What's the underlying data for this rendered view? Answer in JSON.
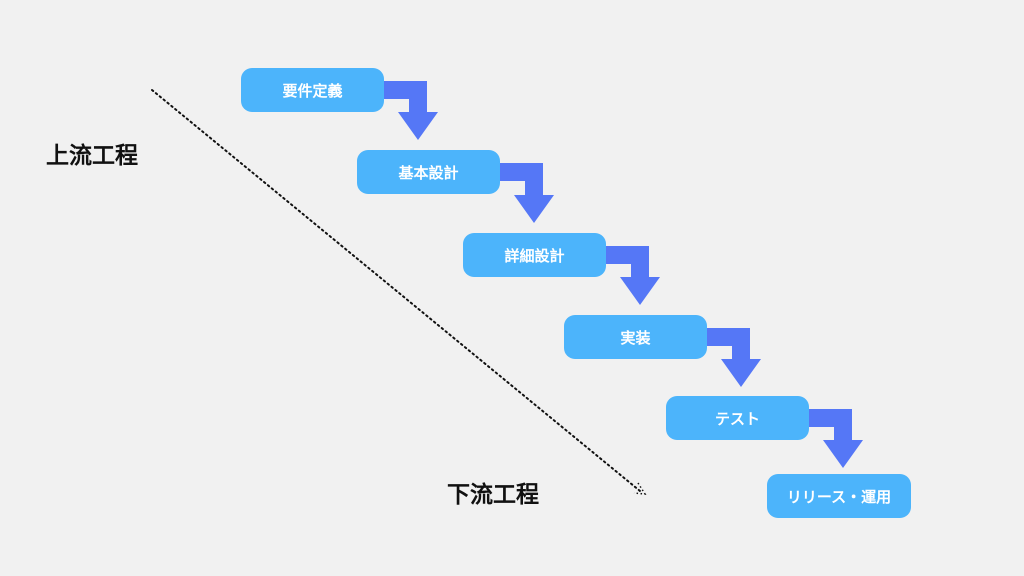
{
  "labels": {
    "upstream": "上流工程",
    "downstream": "下流工程"
  },
  "steps": [
    {
      "label": "要件定義"
    },
    {
      "label": "基本設計"
    },
    {
      "label": "詳細設計"
    },
    {
      "label": "実装"
    },
    {
      "label": "テスト"
    },
    {
      "label": "リリース・運用"
    }
  ],
  "colors": {
    "background": "#f1f1f1",
    "box": "#4cb4fb",
    "arrow": "#5577f6",
    "text": "#111111"
  }
}
